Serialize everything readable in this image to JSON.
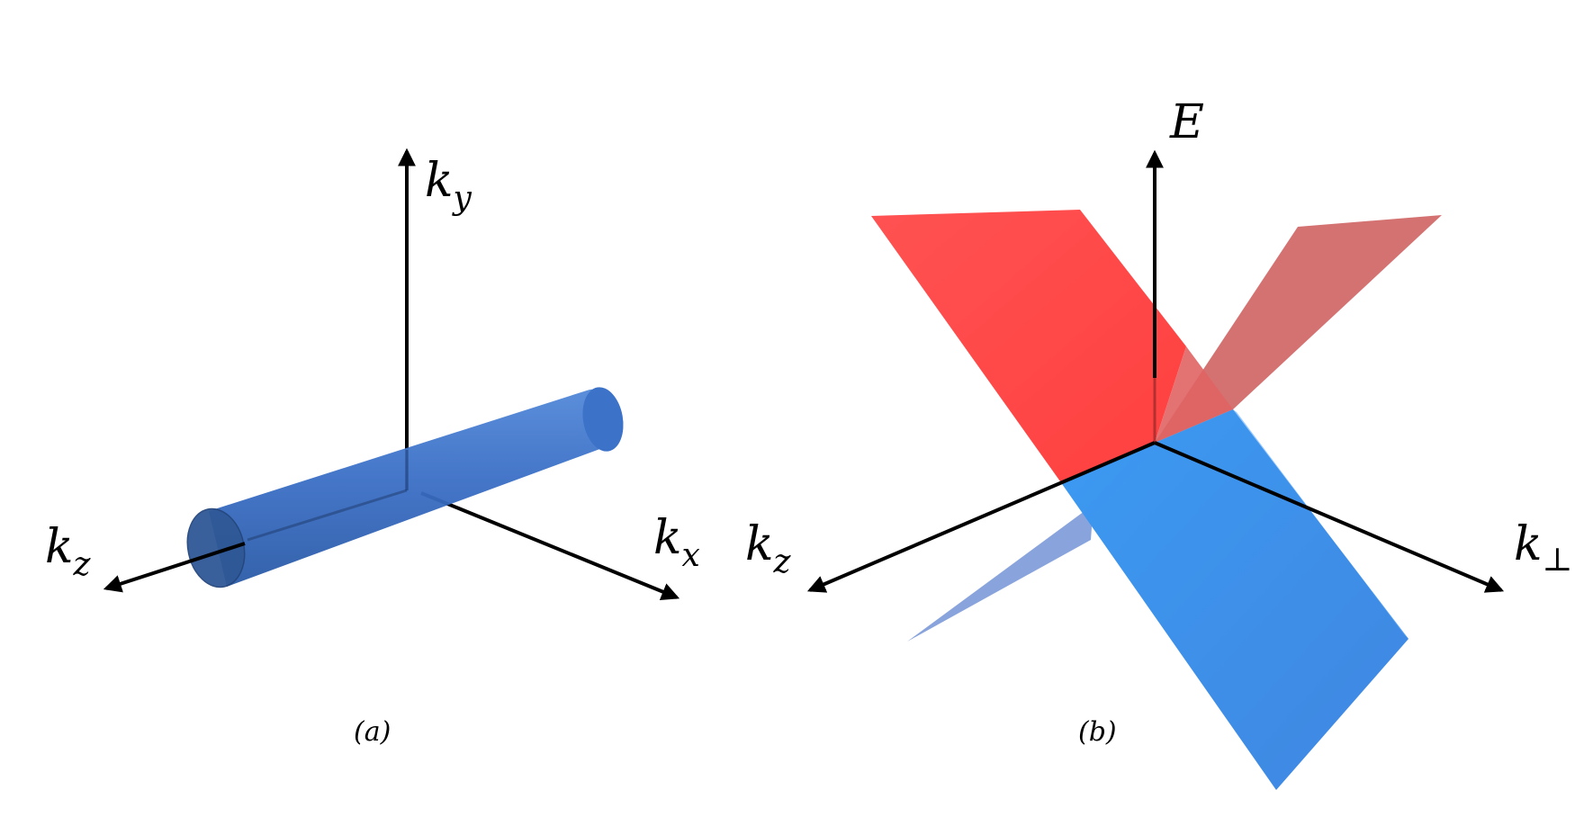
{
  "panel_a": {
    "caption": "(a)",
    "axes": {
      "y": {
        "base": "k",
        "sub": "y"
      },
      "x": {
        "base": "k",
        "sub": "x"
      },
      "z": {
        "base": "k",
        "sub": "z"
      }
    },
    "colors": {
      "cylinder": "#3b6fc6",
      "cylinder_end": "#2f5896"
    }
  },
  "panel_b": {
    "caption": "(b)",
    "axes": {
      "e": {
        "base": "E"
      },
      "perp": {
        "base": "k",
        "sub": "⊥"
      },
      "z": {
        "base": "k",
        "sub": "z"
      }
    },
    "colors": {
      "upper_cone": "#ff4b4b",
      "upper_cone_back": "#d26a6a",
      "lower_cone": "#3d95ef",
      "lower_cone_back": "#7c9ad8"
    }
  }
}
